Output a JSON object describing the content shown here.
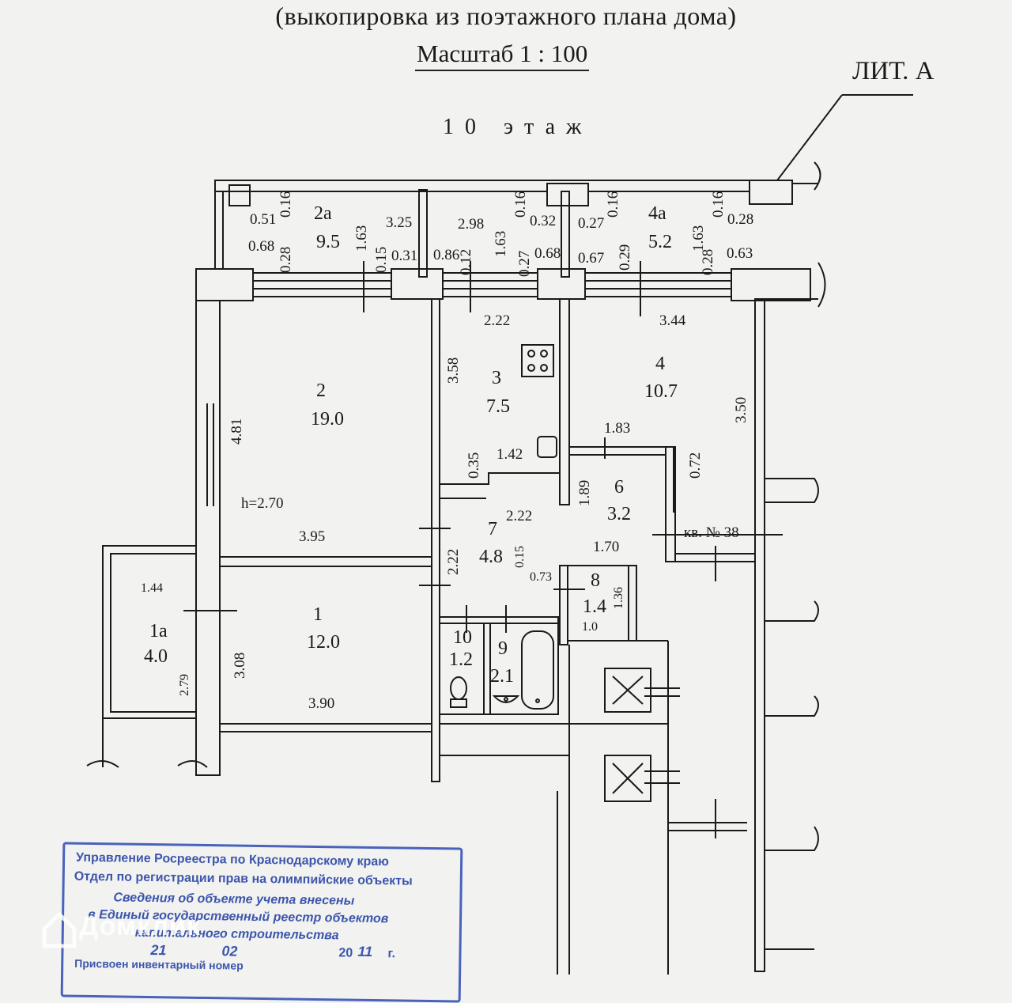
{
  "header": {
    "subtitle": "(выкопировка из поэтажного плана дома)",
    "scale": "Масштаб   1 : 100",
    "floor": "10 этаж",
    "lit": "ЛИТ. А"
  },
  "rooms": {
    "r1": {
      "no": "1",
      "area": "12.0"
    },
    "r1a": {
      "no": "1а",
      "area": "4.0"
    },
    "r2": {
      "no": "2",
      "area": "19.0"
    },
    "r2a": {
      "no": "2а",
      "area": "9.5"
    },
    "r3": {
      "no": "3",
      "area": "7.5"
    },
    "r4": {
      "no": "4",
      "area": "10.7"
    },
    "r4a": {
      "no": "4а",
      "area": "5.2"
    },
    "r6": {
      "no": "6",
      "area": "3.2"
    },
    "r7": {
      "no": "7",
      "area": "4.8"
    },
    "r8": {
      "no": "8",
      "area": "1.4"
    },
    "r9": {
      "no": "9",
      "area": "2.1"
    },
    "r10": {
      "no": "10",
      "area": "1.2"
    }
  },
  "dims": {
    "d_051": "0.51",
    "d_016a": "0.16",
    "d_163a": "1.63",
    "d_325": "3.25",
    "d_068a": "0.68",
    "d_028a": "0.28",
    "d_015a": "0.15",
    "d_031": "0.31",
    "d_298": "2.98",
    "d_016b": "0.16",
    "d_032": "0.32",
    "d_086": "0.86",
    "d_012": "0.12",
    "d_163b": "1.63",
    "d_027a": "0.27",
    "d_068b": "0.68",
    "d_027b": "0.27",
    "d_016c": "0.16",
    "d_016d": "0.16",
    "d_028b": "0.28",
    "d_067": "0.67",
    "d_029": "0.29",
    "d_163c": "1.63",
    "d_028c": "0.28",
    "d_063": "0.63",
    "d_222a": "2.22",
    "d_344": "3.44",
    "d_358": "3.58",
    "d_481": "4.81",
    "d_350": "3.50",
    "d_183": "1.83",
    "d_035": "0.35",
    "d_142": "1.42",
    "d_072": "0.72",
    "d_189": "1.89",
    "d_222b": "2.22",
    "d_h": "h=2.70",
    "d_395": "3.95",
    "d_222c": "2.22",
    "d_015b": "0.15",
    "d_170": "1.70",
    "d_073": "0.73",
    "d_136": "1.36",
    "d_10": "1.0",
    "d_144": "1.44",
    "d_308": "3.08",
    "d_279": "2.79",
    "d_390": "3.90"
  },
  "apartment": "кв. № 38",
  "stamp": {
    "line1": "Управление Росреестра по Краснодарскому краю",
    "line2": "Отдел по регистрации прав на олимпийские объекты",
    "line3": "Сведения об объекте учета внесены",
    "line4": "в Единый государственный реестр объектов",
    "line5": "капитального строительства",
    "date_day": "21",
    "date_month": "02",
    "date_year_prefix": "20",
    "date_year": "11",
    "date_suffix": "г.",
    "line6": "Присвоен инвентарный номер"
  },
  "watermark": "Домклик",
  "colors": {
    "stamp": "#2d49a8",
    "lines": "#1a1a1a",
    "paper": "#f2f2f0"
  }
}
